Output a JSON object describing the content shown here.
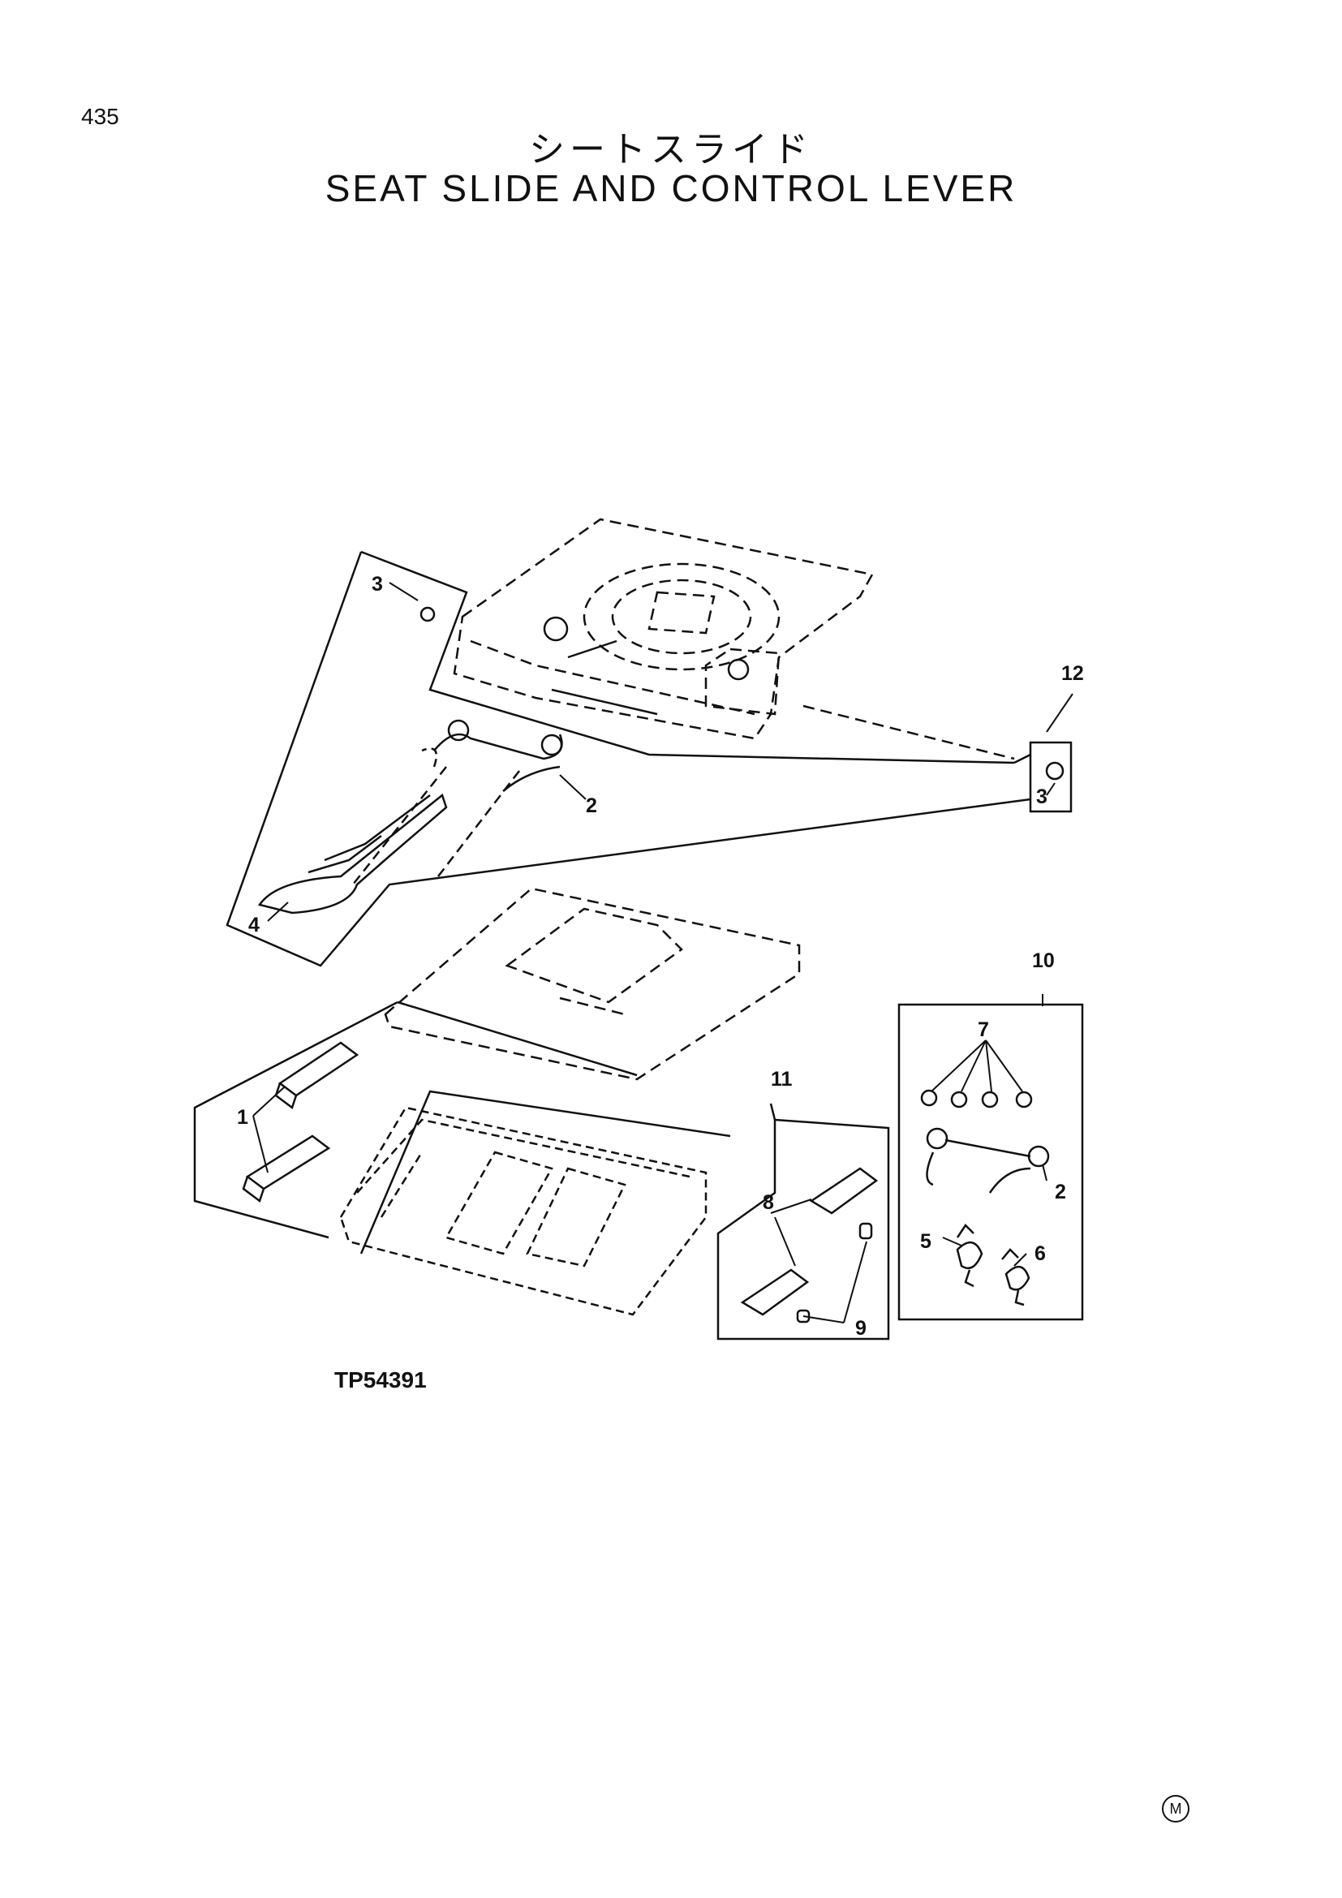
{
  "page": {
    "number": "435"
  },
  "title": {
    "japanese": "シートスライド",
    "english": "SEAT SLIDE AND CONTROL LEVER"
  },
  "figure_code": "TP54391",
  "manufacturer_mark": "M",
  "callouts": [
    {
      "id": "c3a",
      "label": "3"
    },
    {
      "id": "c2a",
      "label": "2"
    },
    {
      "id": "c4",
      "label": "4"
    },
    {
      "id": "c12",
      "label": "12"
    },
    {
      "id": "c3b",
      "label": "3"
    },
    {
      "id": "c10",
      "label": "10"
    },
    {
      "id": "c7",
      "label": "7"
    },
    {
      "id": "c2b",
      "label": "2"
    },
    {
      "id": "c5",
      "label": "5"
    },
    {
      "id": "c6",
      "label": "6"
    },
    {
      "id": "c11",
      "label": "11"
    },
    {
      "id": "c1",
      "label": "1"
    },
    {
      "id": "c8",
      "label": "8"
    },
    {
      "id": "c9",
      "label": "9"
    }
  ]
}
